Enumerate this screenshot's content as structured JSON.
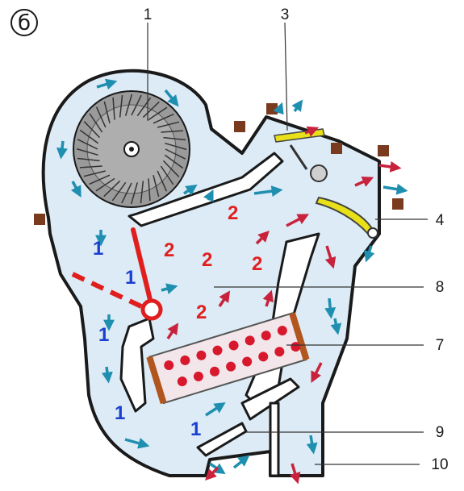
{
  "panel_label": "б",
  "callouts": [
    {
      "id": "1",
      "text": "1"
    },
    {
      "id": "3",
      "text": "3"
    },
    {
      "id": "4",
      "text": "4"
    },
    {
      "id": "7",
      "text": "7"
    },
    {
      "id": "8",
      "text": "8"
    },
    {
      "id": "9",
      "text": "9"
    },
    {
      "id": "10",
      "text": "10"
    }
  ],
  "zone_labels": {
    "cold": "1",
    "warm": "2"
  },
  "colors": {
    "housing_fill": "#dcebf5",
    "outline": "#1a1a1a",
    "cold_arrow": "#1f8fb0",
    "warm_arrow": "#c8223c",
    "damper": "#e01e1e",
    "heater_core_tube": "#d8182c",
    "heater_core_end": "#b0561e",
    "flap_yellow": "#e8e018",
    "mount_tab": "#7a3a1e"
  },
  "icons": {
    "fan": "blower-fan-icon",
    "heater": "heater-core-icon",
    "damper": "blend-door-icon"
  }
}
